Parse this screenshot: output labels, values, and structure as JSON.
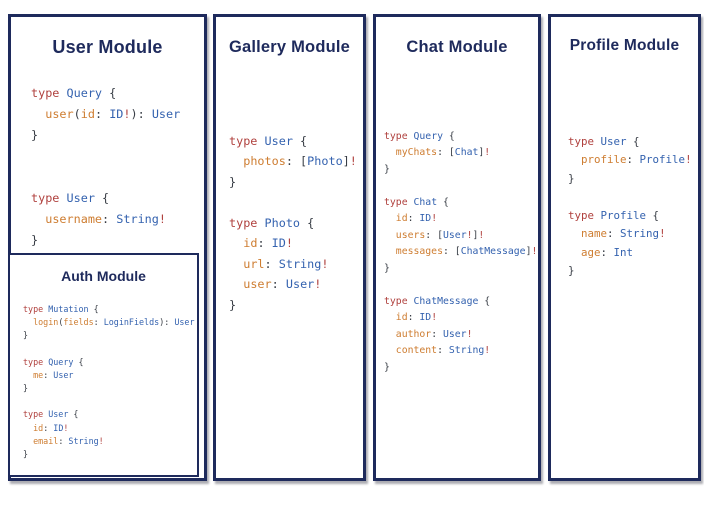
{
  "colors": {
    "c-navy": "#1e2a5c",
    "c-keyword": "#b0413e",
    "c-type": "#3462af",
    "c-field": "#ce7d31",
    "c-punct": "#383d45",
    "c-bang": "#b0413e"
  },
  "token_legend": {
    "k": "graphql-keyword",
    "t": "graphql-type-name",
    "f": "graphql-field-name",
    "p": "punctuation",
    "b": "non-null-bang"
  },
  "panels": [
    {
      "id": "user",
      "title": "User Module",
      "code": [
        [
          [
            "k",
            "type "
          ],
          [
            "t",
            "Query"
          ],
          [
            "p",
            " {"
          ]
        ],
        [
          [
            "p",
            "  "
          ],
          [
            "f",
            "user"
          ],
          [
            "p",
            "("
          ],
          [
            "f",
            "id"
          ],
          [
            "p",
            ": "
          ],
          [
            "t",
            "ID"
          ],
          [
            "b",
            "!"
          ],
          [
            "p",
            "): "
          ],
          [
            "t",
            "User"
          ]
        ],
        [
          [
            "p",
            "}"
          ]
        ],
        [],
        [],
        [
          [
            "k",
            "type "
          ],
          [
            "t",
            "User"
          ],
          [
            "p",
            " {"
          ]
        ],
        [
          [
            "p",
            "  "
          ],
          [
            "f",
            "username"
          ],
          [
            "p",
            ": "
          ],
          [
            "t",
            "String"
          ],
          [
            "b",
            "!"
          ]
        ],
        [
          [
            "p",
            "}"
          ]
        ]
      ],
      "sub_module": {
        "id": "auth",
        "title": "Auth Module",
        "code": [
          [
            [
              "k",
              "type "
            ],
            [
              "t",
              "Mutation"
            ],
            [
              "p",
              " {"
            ]
          ],
          [
            [
              "p",
              "  "
            ],
            [
              "f",
              "login"
            ],
            [
              "p",
              "("
            ],
            [
              "f",
              "fields"
            ],
            [
              "p",
              ": "
            ],
            [
              "t",
              "LoginFields"
            ],
            [
              "p",
              "): "
            ],
            [
              "t",
              "User"
            ]
          ],
          [
            [
              "p",
              "}"
            ]
          ],
          [],
          [
            [
              "k",
              "type "
            ],
            [
              "t",
              "Query"
            ],
            [
              "p",
              " {"
            ]
          ],
          [
            [
              "p",
              "  "
            ],
            [
              "f",
              "me"
            ],
            [
              "p",
              ": "
            ],
            [
              "t",
              "User"
            ]
          ],
          [
            [
              "p",
              "}"
            ]
          ],
          [],
          [
            [
              "k",
              "type "
            ],
            [
              "t",
              "User"
            ],
            [
              "p",
              " {"
            ]
          ],
          [
            [
              "p",
              "  "
            ],
            [
              "f",
              "id"
            ],
            [
              "p",
              ": "
            ],
            [
              "t",
              "ID"
            ],
            [
              "b",
              "!"
            ]
          ],
          [
            [
              "p",
              "  "
            ],
            [
              "f",
              "email"
            ],
            [
              "p",
              ": "
            ],
            [
              "t",
              "String"
            ],
            [
              "b",
              "!"
            ]
          ],
          [
            [
              "p",
              "}"
            ]
          ]
        ]
      }
    },
    {
      "id": "gallery",
      "title": "Gallery Module",
      "code": [
        [
          [
            "k",
            "type "
          ],
          [
            "t",
            "User"
          ],
          [
            "p",
            " {"
          ]
        ],
        [
          [
            "p",
            "  "
          ],
          [
            "f",
            "photos"
          ],
          [
            "p",
            ": ["
          ],
          [
            "t",
            "Photo"
          ],
          [
            "p",
            "]"
          ],
          [
            "b",
            "!"
          ]
        ],
        [
          [
            "p",
            "}"
          ]
        ],
        [],
        [
          [
            "k",
            "type "
          ],
          [
            "t",
            "Photo"
          ],
          [
            "p",
            " {"
          ]
        ],
        [
          [
            "p",
            "  "
          ],
          [
            "f",
            "id"
          ],
          [
            "p",
            ": "
          ],
          [
            "t",
            "ID"
          ],
          [
            "b",
            "!"
          ]
        ],
        [
          [
            "p",
            "  "
          ],
          [
            "f",
            "url"
          ],
          [
            "p",
            ": "
          ],
          [
            "t",
            "String"
          ],
          [
            "b",
            "!"
          ]
        ],
        [
          [
            "p",
            "  "
          ],
          [
            "f",
            "user"
          ],
          [
            "p",
            ": "
          ],
          [
            "t",
            "User"
          ],
          [
            "b",
            "!"
          ]
        ],
        [
          [
            "p",
            "}"
          ]
        ]
      ]
    },
    {
      "id": "chat",
      "title": "Chat Module",
      "code": [
        [
          [
            "k",
            "type "
          ],
          [
            "t",
            "Query"
          ],
          [
            "p",
            " {"
          ]
        ],
        [
          [
            "p",
            "  "
          ],
          [
            "f",
            "myChats"
          ],
          [
            "p",
            ": ["
          ],
          [
            "t",
            "Chat"
          ],
          [
            "p",
            "]"
          ],
          [
            "b",
            "!"
          ]
        ],
        [
          [
            "p",
            "}"
          ]
        ],
        [],
        [
          [
            "k",
            "type "
          ],
          [
            "t",
            "Chat"
          ],
          [
            "p",
            " {"
          ]
        ],
        [
          [
            "p",
            "  "
          ],
          [
            "f",
            "id"
          ],
          [
            "p",
            ": "
          ],
          [
            "t",
            "ID"
          ],
          [
            "b",
            "!"
          ]
        ],
        [
          [
            "p",
            "  "
          ],
          [
            "f",
            "users"
          ],
          [
            "p",
            ": ["
          ],
          [
            "t",
            "User"
          ],
          [
            "b",
            "!"
          ],
          [
            "p",
            "]"
          ],
          [
            "b",
            "!"
          ]
        ],
        [
          [
            "p",
            "  "
          ],
          [
            "f",
            "messages"
          ],
          [
            "p",
            ": ["
          ],
          [
            "t",
            "ChatMessage"
          ],
          [
            "p",
            "]"
          ],
          [
            "b",
            "!"
          ]
        ],
        [
          [
            "p",
            "}"
          ]
        ],
        [],
        [
          [
            "k",
            "type "
          ],
          [
            "t",
            "ChatMessage"
          ],
          [
            "p",
            " {"
          ]
        ],
        [
          [
            "p",
            "  "
          ],
          [
            "f",
            "id"
          ],
          [
            "p",
            ": "
          ],
          [
            "t",
            "ID"
          ],
          [
            "b",
            "!"
          ]
        ],
        [
          [
            "p",
            "  "
          ],
          [
            "f",
            "author"
          ],
          [
            "p",
            ": "
          ],
          [
            "t",
            "User"
          ],
          [
            "b",
            "!"
          ]
        ],
        [
          [
            "p",
            "  "
          ],
          [
            "f",
            "content"
          ],
          [
            "p",
            ": "
          ],
          [
            "t",
            "String"
          ],
          [
            "b",
            "!"
          ]
        ],
        [
          [
            "p",
            "}"
          ]
        ]
      ]
    },
    {
      "id": "profile",
      "title": "Profile Module",
      "code": [
        [
          [
            "k",
            "type "
          ],
          [
            "t",
            "User"
          ],
          [
            "p",
            " {"
          ]
        ],
        [
          [
            "p",
            "  "
          ],
          [
            "f",
            "profile"
          ],
          [
            "p",
            ": "
          ],
          [
            "t",
            "Profile"
          ],
          [
            "b",
            "!"
          ]
        ],
        [
          [
            "p",
            "}"
          ]
        ],
        [],
        [
          [
            "k",
            "type "
          ],
          [
            "t",
            "Profile"
          ],
          [
            "p",
            " {"
          ]
        ],
        [
          [
            "p",
            "  "
          ],
          [
            "f",
            "name"
          ],
          [
            "p",
            ": "
          ],
          [
            "t",
            "String"
          ],
          [
            "b",
            "!"
          ]
        ],
        [
          [
            "p",
            "  "
          ],
          [
            "f",
            "age"
          ],
          [
            "p",
            ": "
          ],
          [
            "t",
            "Int"
          ]
        ],
        [
          [
            "p",
            "}"
          ]
        ]
      ]
    }
  ]
}
